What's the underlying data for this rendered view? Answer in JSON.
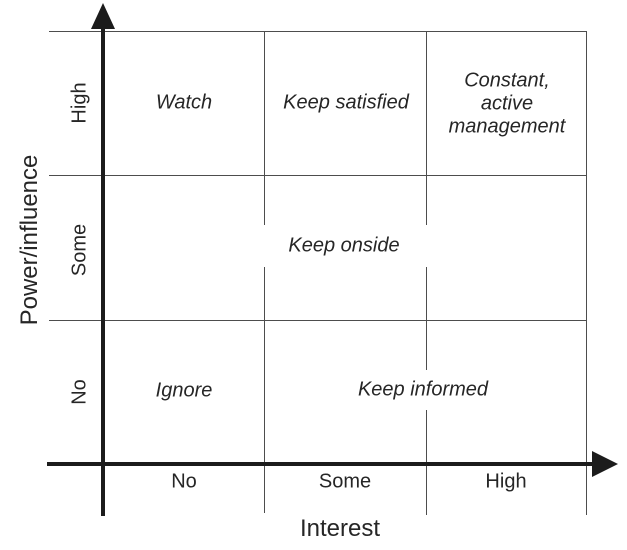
{
  "diagram": {
    "y_axis": {
      "title": "Power/influence",
      "ticks": [
        "High",
        "Some",
        "No"
      ]
    },
    "x_axis": {
      "title": "Interest",
      "ticks": [
        "No",
        "Some",
        "High"
      ]
    },
    "cells": {
      "top_left": "Watch",
      "top_center": "Keep satisfied",
      "top_right": "Constant,\nactive\nmanagement",
      "middle_span": "Keep onside",
      "bottom_left": "Ignore",
      "bottom_right_span": "Keep informed"
    },
    "colors": {
      "grid_line": "#4d4d4d",
      "axis": "#1c1c1c",
      "text": "#262626",
      "background": "#ffffff"
    }
  }
}
